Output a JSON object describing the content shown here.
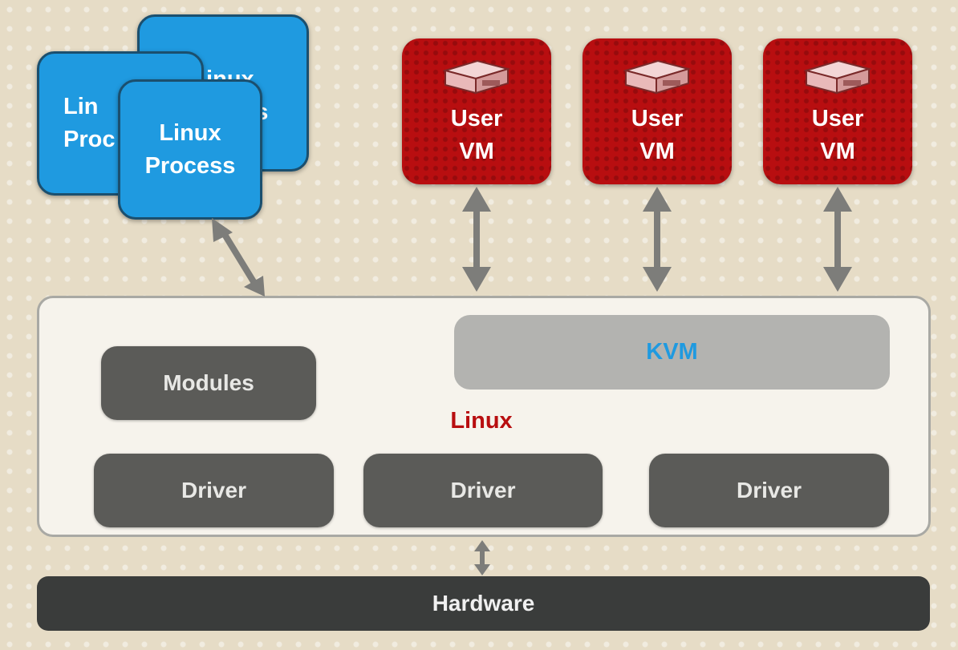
{
  "processes": [
    {
      "label": "Linux Process",
      "visible_text": "Linux Process"
    },
    {
      "label": "Linux Process",
      "visible_text": "Lin\nProc"
    },
    {
      "label": "Linux Process",
      "visible_text": "Linux\nProcess"
    }
  ],
  "vms": [
    {
      "label": "User\nVM"
    },
    {
      "label": "User\nVM"
    },
    {
      "label": "User\nVM"
    }
  ],
  "kernel": {
    "label": "Linux",
    "kvm": "KVM",
    "modules": "Modules",
    "drivers": [
      "Driver",
      "Driver",
      "Driver"
    ]
  },
  "hardware": "Hardware",
  "colors": {
    "background": "#e6dcc6",
    "process_blue": "#1f9ae0",
    "vm_red": "#b80e10",
    "kvm_text": "#1f9ae0",
    "linux_text": "#b80e10",
    "module_gray": "#5b5b58",
    "hardware_dark": "#3a3c3b",
    "arrow_gray": "#7d7d7a"
  },
  "icons": {
    "vm_icon": "server-icon"
  }
}
